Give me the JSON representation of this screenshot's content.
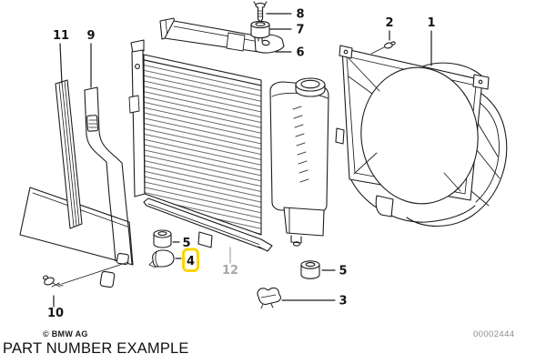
{
  "diagram": {
    "caption": "PART NUMBER EXAMPLE",
    "copyright": "© BMW AG",
    "plate_number": "00002444",
    "colors": {
      "line": "#1c1c1c",
      "muted": "#a8a8a8",
      "highlight": "#ffd400"
    }
  },
  "callouts": [
    {
      "label": "1",
      "highlighted": false
    },
    {
      "label": "2",
      "highlighted": false
    },
    {
      "label": "3",
      "highlighted": false
    },
    {
      "label": "4",
      "highlighted": true
    },
    {
      "label": "5",
      "highlighted": false
    },
    {
      "label": "5",
      "highlighted": false
    },
    {
      "label": "6",
      "highlighted": false
    },
    {
      "label": "7",
      "highlighted": false
    },
    {
      "label": "8",
      "highlighted": false
    },
    {
      "label": "9",
      "highlighted": false
    },
    {
      "label": "10",
      "highlighted": false
    },
    {
      "label": "11",
      "highlighted": false
    },
    {
      "label": "12",
      "highlighted": false,
      "muted": true
    }
  ]
}
